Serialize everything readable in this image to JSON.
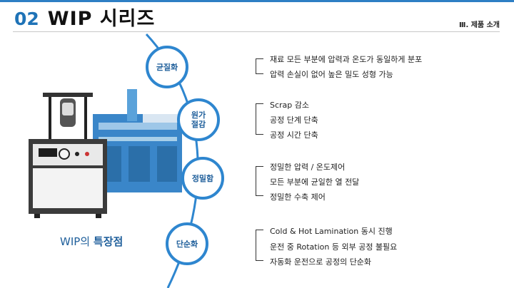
{
  "header": {
    "number": "02",
    "title": "WIP 시리즈",
    "section": "Ⅲ. 제품 소개"
  },
  "features": {
    "prefix": "WIP의",
    "highlight": "특장점"
  },
  "nodes": [
    {
      "label": "균질화",
      "items": [
        "재료 모든 부분에 압력과 온도가 동일하게 분포",
        "압력 손실이 없어 높은 밀도 성형 가능"
      ]
    },
    {
      "label": "원가\n절감",
      "items": [
        "Scrap 감소",
        "공정 단계 단축",
        "공정 시간 단축"
      ]
    },
    {
      "label": "정밀함",
      "items": [
        "정밀한 압력 / 온도제어",
        "모든 부분에 균일한 열 전달",
        "정밀한 수축 제어"
      ]
    },
    {
      "label": "단순화",
      "items": [
        "Cold & Hot Lamination 동시 진행",
        "운전 중 Rotation 등 외부 공정 불필요",
        "자동화 운전으로 공정의 단순화"
      ]
    }
  ],
  "colors": {
    "accent": "#2e86cf",
    "title_number": "#1f73b7"
  }
}
